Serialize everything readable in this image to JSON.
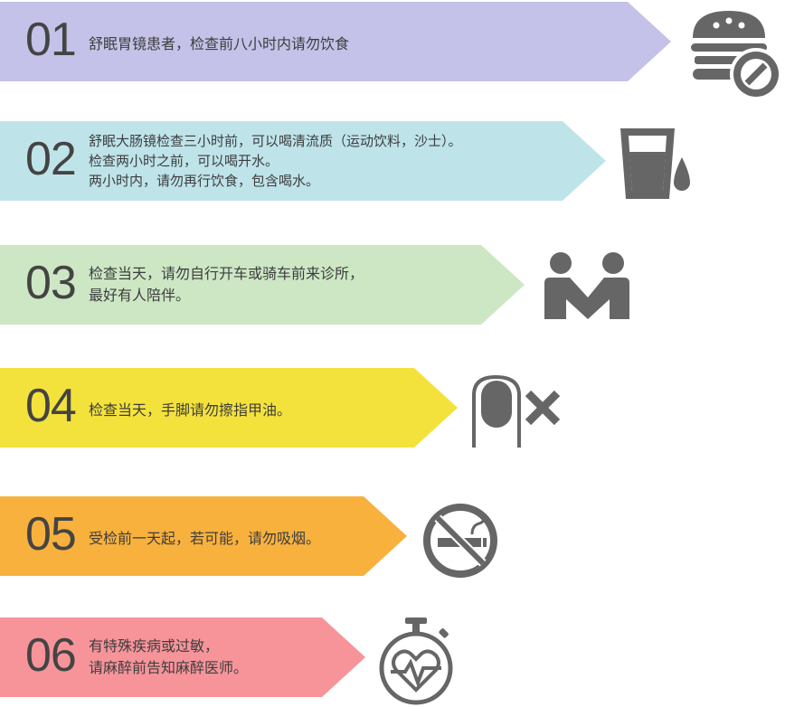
{
  "steps": [
    {
      "number": "01",
      "lines": [
        "舒眠胃镜患者，检查前八小时内请勿饮食"
      ],
      "color": "#c4c2e8",
      "icon": "food-prohibited-icon"
    },
    {
      "number": "02",
      "lines": [
        "舒眠大肠镜检查三小时前，可以喝清流质（运动饮料，沙士）。",
        "检查两小时之前，可以喝开水。",
        "两小时内，请勿再行饮食，包含喝水。"
      ],
      "color": "#bee4ea",
      "icon": "water-drop-icon"
    },
    {
      "number": "03",
      "lines": [
        "检查当天，请勿自行开车或骑车前来诊所，",
        "最好有人陪伴。"
      ],
      "color": "#cde7c5",
      "icon": "companion-icon"
    },
    {
      "number": "04",
      "lines": [
        "检查当天，手脚请勿擦指甲油。"
      ],
      "color": "#f4e23c",
      "icon": "no-nail-polish-icon"
    },
    {
      "number": "05",
      "lines": [
        "受检前一天起，若可能，请勿吸烟。"
      ],
      "color": "#f8b13d",
      "icon": "no-smoking-icon"
    },
    {
      "number": "06",
      "lines": [
        "有特殊疾病或过敏，",
        "请麻醉前告知麻醉医师。"
      ],
      "color": "#f6949a",
      "icon": "heart-stopwatch-icon"
    }
  ]
}
